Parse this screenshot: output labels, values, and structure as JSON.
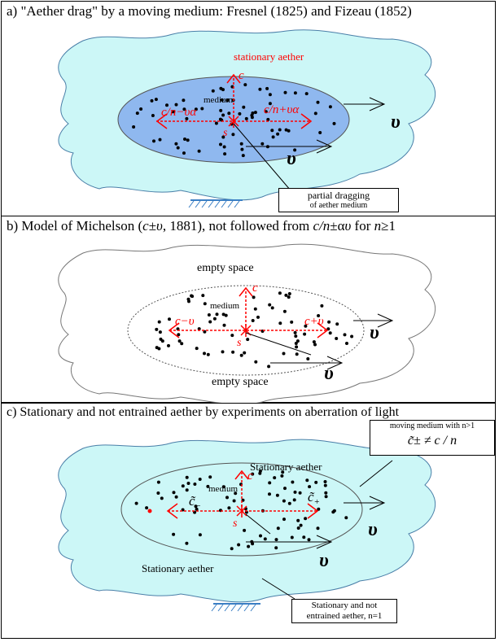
{
  "panel_a": {
    "title": "a) \"Aether drag\" by a moving medium: Fresnel (1825) and Fizeau (1852)",
    "stationary_aether": "stationary aether",
    "medium": "medium",
    "c": "c",
    "left_speed": "c/n−υα",
    "right_speed": "c/n+υα",
    "s": "s",
    "v": "υ",
    "box_line1": "partial dragging",
    "box_line2": "of aether medium"
  },
  "panel_b": {
    "title_pre": "b)  Model of Michelson (",
    "title_c": "c",
    "title_mid": "±",
    "title_v": "υ",
    "title_post1": ", 1881), not followed from ",
    "title_cn": "c/n",
    "title_pm": "±α",
    "title_v2": "υ",
    "title_post2": " for ",
    "title_n": "n",
    "title_end": "≥1",
    "empty_top": "empty space",
    "empty_bottom": "empty space",
    "medium": "medium",
    "c": "c",
    "left_speed": "c−υ",
    "right_speed": "c+υ",
    "s": "s",
    "v": "υ"
  },
  "panel_c": {
    "title": "c)  Stationary and not entrained aether by experiments on aberration of light",
    "stationary_top": "Stationary aether",
    "stationary_bottom": "Stationary aether",
    "medium": "medium",
    "c": "c",
    "c_minus": "c̃",
    "minus_sub": "−",
    "c_plus": "c̃",
    "plus_sub": "+",
    "s": "s",
    "v": "υ",
    "box1_line1": "moving medium with n>1",
    "box1_line2": "c̃± ≠ c / n",
    "box2_line1": "Stationary and not",
    "box2_line2": "entrained aether, n=1"
  },
  "colors": {
    "aether": "#ccf7f7",
    "medium": "#8fb8ef",
    "red": "#ff0000",
    "ground": "#3b7fc4"
  }
}
